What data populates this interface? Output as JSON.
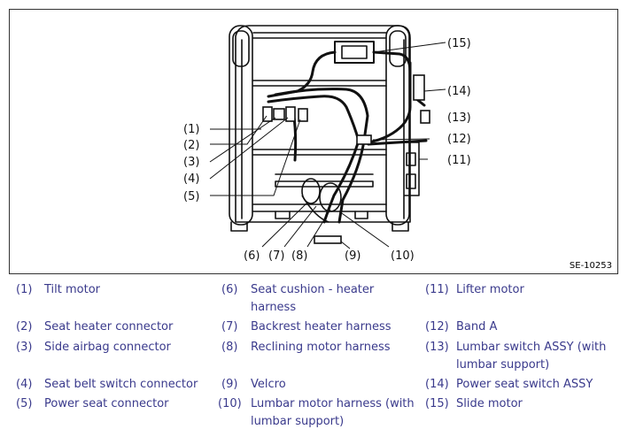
{
  "figure_id": "SE-10253",
  "callouts": [
    "(1)",
    "(2)",
    "(3)",
    "(4)",
    "(5)",
    "(6)",
    "(7)",
    "(8)",
    "(9)",
    "(10)",
    "(11)",
    "(12)",
    "(13)",
    "(14)",
    "(15)"
  ],
  "legend": [
    {
      "num": "(1)",
      "text": "Tilt motor"
    },
    {
      "num": "(2)",
      "text": "Seat heater connector"
    },
    {
      "num": "(3)",
      "text": "Side airbag connector"
    },
    {
      "num": "(4)",
      "text": "Seat belt switch connector"
    },
    {
      "num": "(5)",
      "text": "Power seat connector"
    },
    {
      "num": "(6)",
      "text": "Seat cushion - heater harness"
    },
    {
      "num": "(7)",
      "text": "Backrest heater harness"
    },
    {
      "num": "(8)",
      "text": "Reclining motor harness"
    },
    {
      "num": "(9)",
      "text": "Velcro"
    },
    {
      "num": "(10)",
      "text": "Lumbar motor harness (with lumbar support)"
    },
    {
      "num": "(11)",
      "text": "Lifter motor"
    },
    {
      "num": "(12)",
      "text": "Band A"
    },
    {
      "num": "(13)",
      "text": "Lumbar switch ASSY (with lumbar support)"
    },
    {
      "num": "(14)",
      "text": "Power seat switch ASSY"
    },
    {
      "num": "(15)",
      "text": "Slide motor"
    }
  ]
}
